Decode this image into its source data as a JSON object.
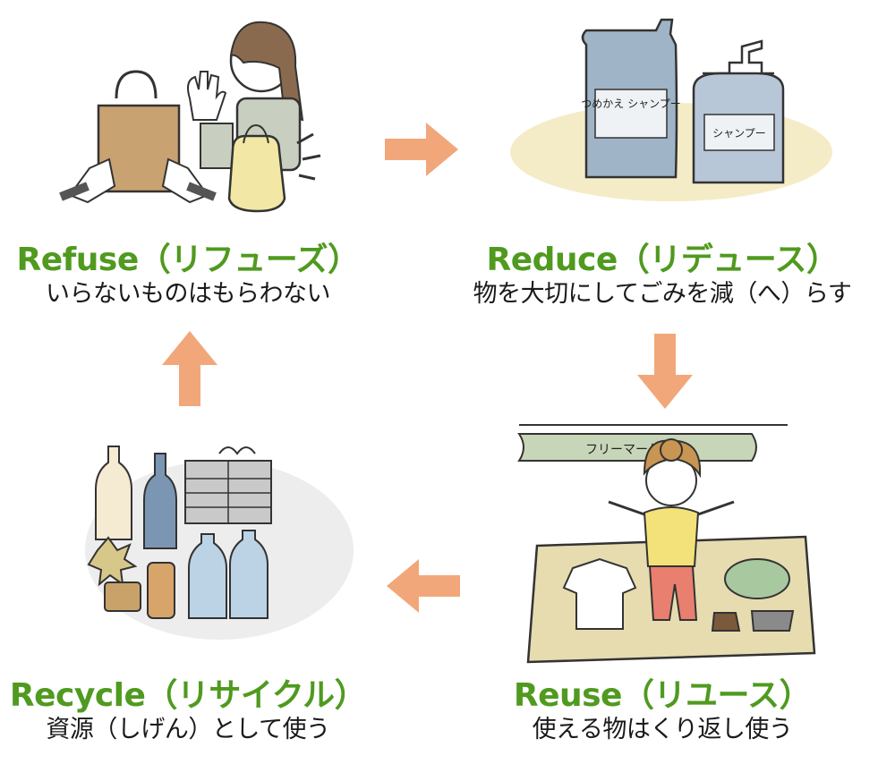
{
  "colors": {
    "title_green": "#4f9a1f",
    "arrow_orange": "#f2a77a",
    "text_black": "#1a1a1a"
  },
  "steps": [
    {
      "id": "refuse",
      "title": "Refuse（リフューズ）",
      "description": "いらないものはもらわない"
    },
    {
      "id": "reduce",
      "title": "Reduce（リデュース）",
      "description": "物を大切にしてごみを減（へ）らす",
      "illustration_labels": [
        "つめかえ シャンプー",
        "シャンプー"
      ]
    },
    {
      "id": "reuse",
      "title": "Reuse（リユース）",
      "description": "使える物はくり返し使う",
      "illustration_labels": [
        "フリーマーケット"
      ]
    },
    {
      "id": "recycle",
      "title": "Recycle（リサイクル）",
      "description": "資源（しげん）として使う"
    }
  ],
  "arrows": [
    "right",
    "down",
    "left",
    "up"
  ]
}
